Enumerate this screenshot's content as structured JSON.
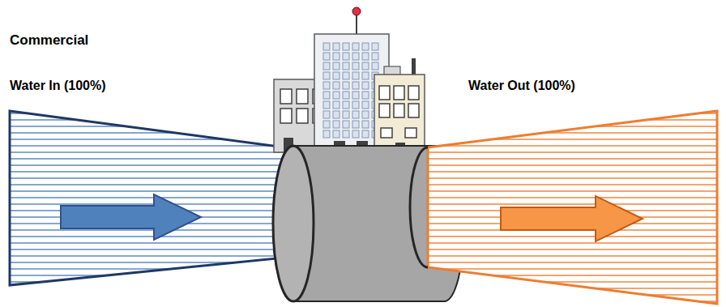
{
  "diagram": {
    "title": "Commercial",
    "labels": [
      "Water In (100%)",
      "Water Out (100%)"
    ]
  }
}
